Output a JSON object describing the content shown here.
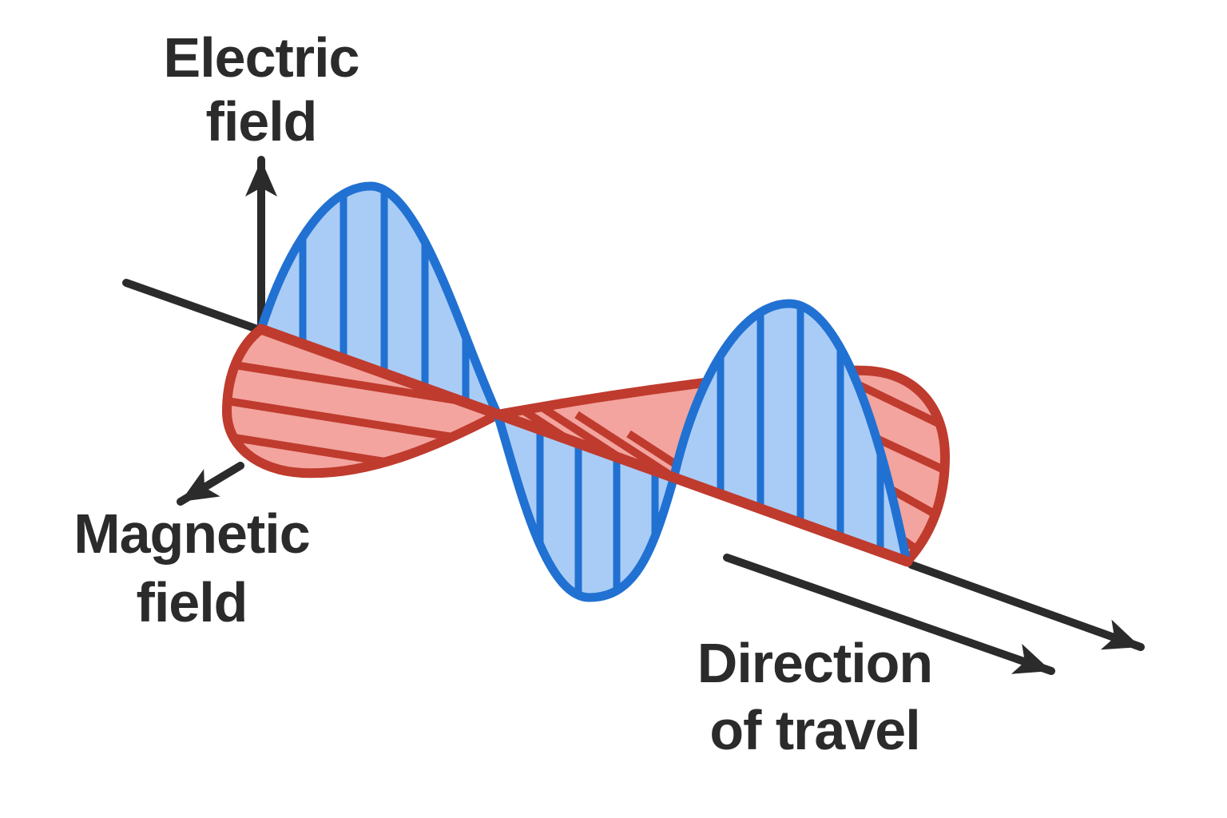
{
  "diagram": {
    "title": "Electromagnetic wave diagram",
    "background": "#ffffff"
  },
  "labels": {
    "electric_field": {
      "line1": "Electric",
      "line2": "field"
    },
    "magnetic_field": {
      "line1": "Magnetic",
      "line2": "field"
    },
    "direction_of_travel": {
      "line1": "Direction",
      "line2": "of travel"
    }
  },
  "icons": {
    "electric_axis_arrow": "arrow-up",
    "magnetic_axis_arrow": "arrow-down-left",
    "direction_arrow_outer": "arrow-down-right",
    "direction_arrow_inner": "arrow-down-right"
  },
  "colors": {
    "ink": "#2b2b2b",
    "electric_stroke": "#2171d2",
    "electric_fill": "#a9ccf6",
    "magnetic_stroke": "#bf3b2e",
    "magnetic_fill": "#f3a49e",
    "background": "#ffffff"
  }
}
